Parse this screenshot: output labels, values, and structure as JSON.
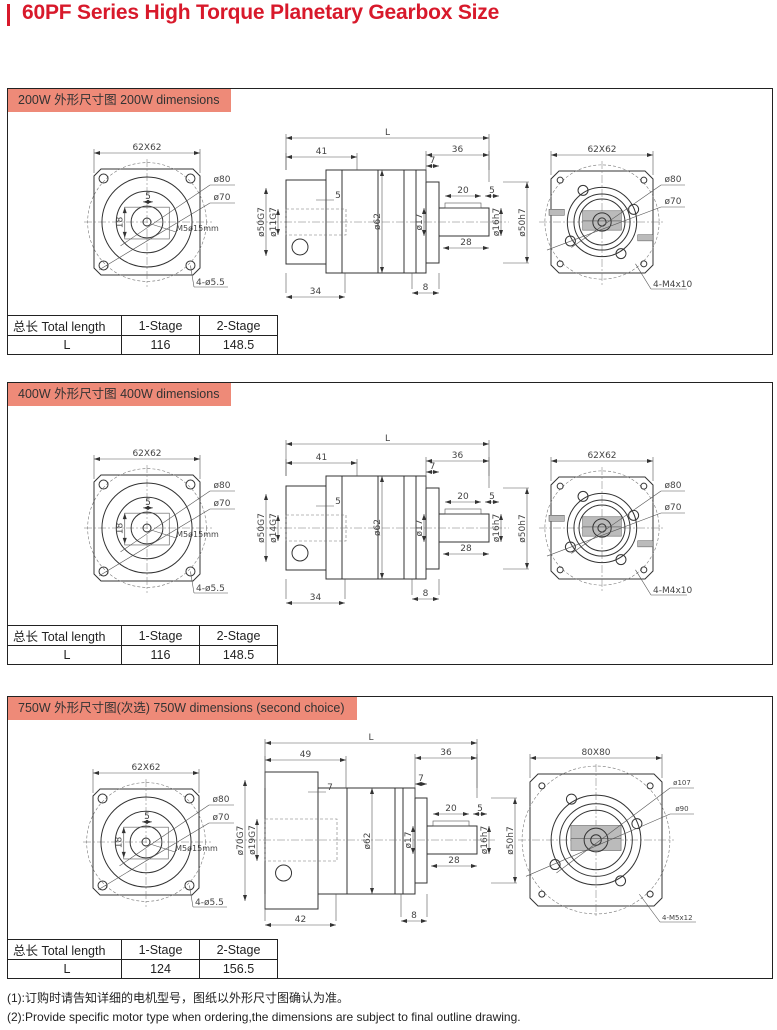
{
  "title": "60PF Series High Torque Planetary Gearbox Size",
  "accent_color": "#d8192b",
  "header_color": "#ee8a78",
  "sections": [
    {
      "header": "200W 外形尺寸图 200W dimensions",
      "table": {
        "headers": [
          "总长 Total length",
          "1-Stage",
          "2-Stage"
        ],
        "row": [
          "L",
          "116",
          "148.5"
        ]
      },
      "front": {
        "size": "62X62",
        "d_outer": "ø80",
        "d_pcd": "ø70",
        "key": "5",
        "key_h": "18",
        "thread": "M5ø15mm",
        "holes": "4-ø5.5"
      },
      "side": {
        "L": "L",
        "input_len": "41",
        "output_len": "36",
        "flange": "7",
        "step": "5",
        "key_len": "20",
        "key_off": "5",
        "d_in_pilot": "ø50G7",
        "d_bore": "ø11G7",
        "d_body": "ø62",
        "d_shoulder": "ø17",
        "d_shaft": "ø16h7",
        "d_pilot": "ø50h7",
        "shaft_len": "28",
        "motor_len": "34",
        "flange_th": "8"
      },
      "right": {
        "size": "62X62",
        "d_outer": "ø80",
        "d_pcd": "ø70",
        "holes": "4-M4x10"
      }
    },
    {
      "header": "400W 外形尺寸图 400W dimensions",
      "table": {
        "headers": [
          "总长 Total length",
          "1-Stage",
          "2-Stage"
        ],
        "row": [
          "L",
          "116",
          "148.5"
        ]
      },
      "front": {
        "size": "62X62",
        "d_outer": "ø80",
        "d_pcd": "ø70",
        "key": "5",
        "key_h": "18",
        "thread": "M5ø15mm",
        "holes": "4-ø5.5"
      },
      "side": {
        "L": "L",
        "input_len": "41",
        "output_len": "36",
        "flange": "7",
        "step": "5",
        "key_len": "20",
        "key_off": "5",
        "d_in_pilot": "ø50G7",
        "d_bore": "ø14G7",
        "d_body": "ø62",
        "d_shoulder": "ø17",
        "d_shaft": "ø16h7",
        "d_pilot": "ø50h7",
        "shaft_len": "28",
        "motor_len": "34",
        "flange_th": "8"
      },
      "right": {
        "size": "62X62",
        "d_outer": "ø80",
        "d_pcd": "ø70",
        "holes": "4-M4x10"
      }
    },
    {
      "header": "750W 外形尺寸图(次选) 750W dimensions (second choice)",
      "table": {
        "headers": [
          "总长 Total length",
          "1-Stage",
          "2-Stage"
        ],
        "row": [
          "L",
          "124",
          "156.5"
        ]
      },
      "front": {
        "size": "62X62",
        "d_outer": "ø80",
        "d_pcd": "ø70",
        "key": "5",
        "key_h": "18",
        "thread": "M5ø15mm",
        "holes": "4-ø5.5"
      },
      "side": {
        "L": "L",
        "input_len": "49",
        "output_len": "36",
        "flange": "7",
        "step": "7",
        "key_len": "20",
        "key_off": "5",
        "d_in_pilot": "ø70G7",
        "d_bore": "ø19G7",
        "d_body": "ø62",
        "d_shoulder": "ø17",
        "d_shaft": "ø16h7",
        "d_pilot": "ø50h7",
        "shaft_len": "28",
        "motor_len": "42",
        "flange_th": "8"
      },
      "right": {
        "size": "80X80",
        "d_outer": "ø107",
        "d_pcd": "ø90",
        "holes": "4-M5x12"
      }
    }
  ],
  "notes": [
    "(1):订购时请告知详细的电机型号，图纸以外形尺寸图确认为准。",
    "(2):Provide specific motor type when ordering,the dimensions are subject to final outline drawing."
  ]
}
